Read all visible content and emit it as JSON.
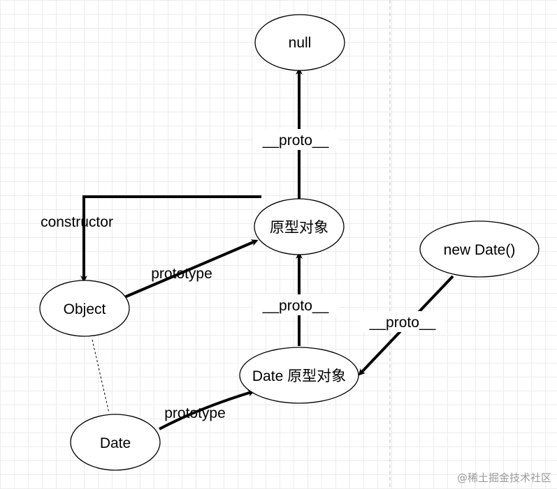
{
  "nodes": {
    "null": "null",
    "prototype_object": "原型对象",
    "new_date": "new Date()",
    "object": "Object",
    "date_prototype": "Date 原型对象",
    "date": "Date"
  },
  "edges": {
    "proto_top": "__proto__",
    "constructor": "constructor",
    "prototype_object": "prototype",
    "proto_mid": "__proto__",
    "proto_new_date": "__proto__",
    "prototype_date": "prototype"
  },
  "watermark": "@稀土掘金技术社区"
}
